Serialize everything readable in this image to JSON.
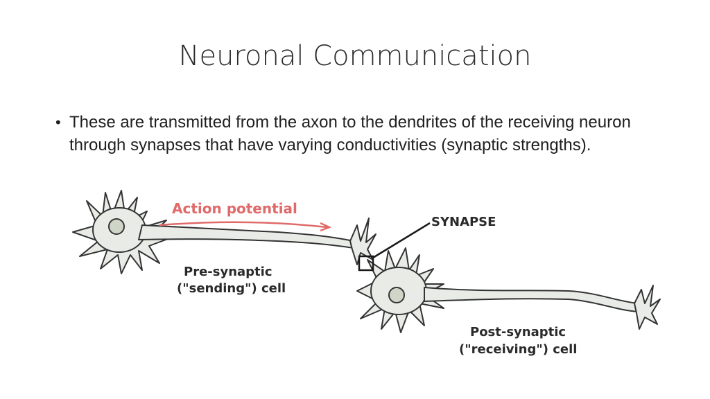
{
  "slide": {
    "title": "Neuronal Communication",
    "bullets": [
      {
        "marker": "•",
        "text": "These are transmitted from the axon to the dendrites of the receiving neuron through synapses that have varying conductivities (synaptic strengths)."
      }
    ]
  },
  "diagram": {
    "action_label": "Action potential",
    "synapse_label": "SYNAPSE",
    "pre_line1": "Pre-synaptic",
    "pre_line2": "(\"sending\") cell",
    "post_line1": "Post-synaptic",
    "post_line2": "(\"receiving\") cell",
    "colors": {
      "cell_fill": "#e9ece6",
      "nucleus_fill": "#cfd5c7",
      "outline": "#333333",
      "arrow": "#e06a6a",
      "text": "#2a2a2a"
    }
  }
}
